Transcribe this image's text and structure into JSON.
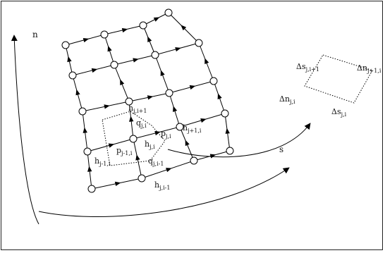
{
  "axes": {
    "n_label": "n",
    "s_label": "s"
  },
  "cell_labels": {
    "h_j_ip1": "h",
    "h_j_ip1_sub": "j,i+1",
    "q_j_i": "q",
    "q_j_i_sub": "j,i",
    "p_j_i": "p",
    "p_j_i_sub": "j,i",
    "h_jp1_i": "h",
    "h_jp1_i_sub": "j+1,i",
    "h_j_i": "h",
    "h_j_i_sub": "j,i",
    "p_jm1_i": "p",
    "p_jm1_i_sub": "j-1,i",
    "h_jm1_i": "h",
    "h_jm1_i_sub": "j-1,i",
    "q_j_im1": "q",
    "q_j_im1_sub": "j,i-1",
    "h_j_im1": "h",
    "h_j_im1_sub": "j,i-1"
  },
  "detail_labels": {
    "ds_top": "Δs",
    "ds_top_sub": "j,i+1",
    "dn_right": "Δn",
    "dn_right_sub": "j+1,i",
    "dn_left": "Δn",
    "dn_left_sub": "j,i",
    "ds_bottom": "Δs",
    "ds_bottom_sub": "j,i"
  }
}
